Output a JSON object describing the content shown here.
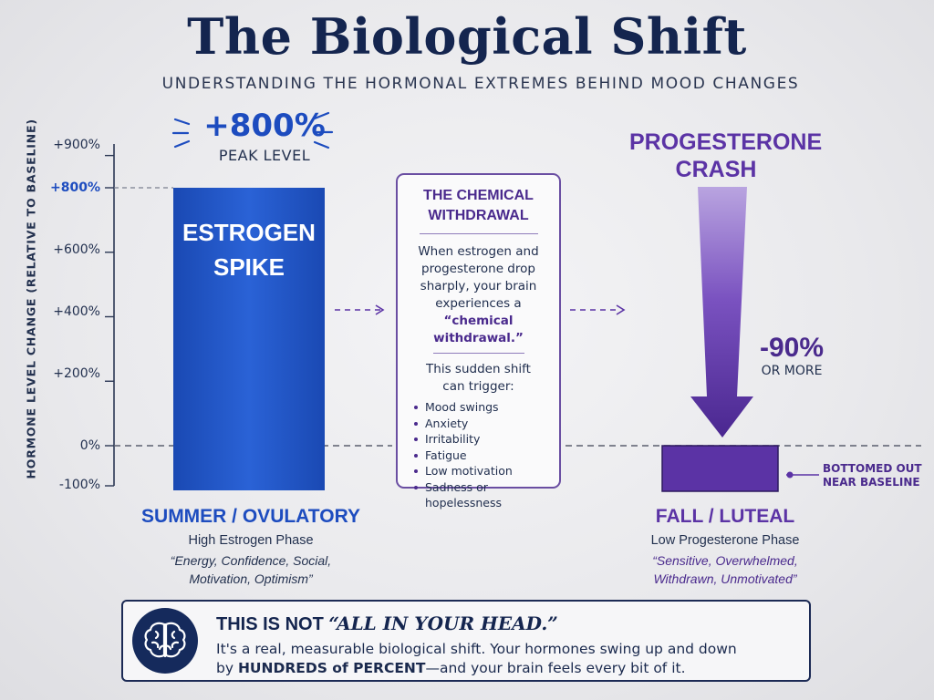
{
  "title": "The Biological Shift",
  "subtitle": "Understanding the hormonal extremes behind mood changes",
  "colors": {
    "estrogen_blue": "#1f55c8",
    "progesterone_purple": "#5b33a5",
    "navy": "#14254f"
  },
  "chart_data": {
    "type": "bar",
    "ylabel": "HORMONE LEVEL CHANGE (RELATIVE TO BASELINE)",
    "yticks": [
      "+900%",
      "+800%",
      "+600%",
      "+400%",
      "+200%",
      "0%",
      "-100%"
    ],
    "ytick_values": [
      900,
      800,
      600,
      400,
      200,
      0,
      -100
    ],
    "ylim": [
      -100,
      900
    ],
    "grid": false,
    "series": [
      {
        "label": "ESTROGEN SPIKE",
        "value": 800,
        "color": "#1f55c8",
        "annotation_value": "+800%",
        "annotation_label": "PEAK LEVEL",
        "phase_name": "SUMMER / OVULATORY",
        "phase_subtitle": "High Estrogen Phase",
        "phase_desc_1": "“Energy, Confidence, Social,",
        "phase_desc_2": "Motivation, Optimism”"
      },
      {
        "label": "PROGESTERONE CRASH",
        "value": -90,
        "color": "#5b33a5",
        "annotation_value": "-90%",
        "annotation_label": "OR MORE",
        "side_note": "BOTTOMED OUT NEAR BASELINE",
        "phase_name": "FALL / LUTEAL",
        "phase_subtitle": "Low Progesterone Phase",
        "phase_desc_1": "“Sensitive, Overwhelmed,",
        "phase_desc_2": "Withdrawn, Unmotivated”"
      }
    ]
  },
  "callout": {
    "title_1": "THE CHEMICAL",
    "title_2": "WITHDRAWAL",
    "body_1": "When estrogen and",
    "body_2": "progesterone drop",
    "body_3": "sharply, your brain",
    "body_4": "experiences a",
    "body_em": "“chemical withdrawal.”",
    "intro_1": "This sudden shift",
    "intro_2": "can trigger:",
    "items": [
      "Mood swings",
      "Anxiety",
      "Irritability",
      "Fatigue",
      "Low motivation",
      "Sadness or hopelessness"
    ]
  },
  "bottom": {
    "head_plain": "THIS IS NOT ",
    "head_quote": "“ALL IN YOUR HEAD.”",
    "body_1": "It's a real, measurable biological shift. Your hormones swing up and down",
    "body_2_pre": "by ",
    "body_2_bold": "HUNDREDS of PERCENT",
    "body_2_post": "—and your brain feels every bit of it.",
    "icon": "brain-icon"
  }
}
